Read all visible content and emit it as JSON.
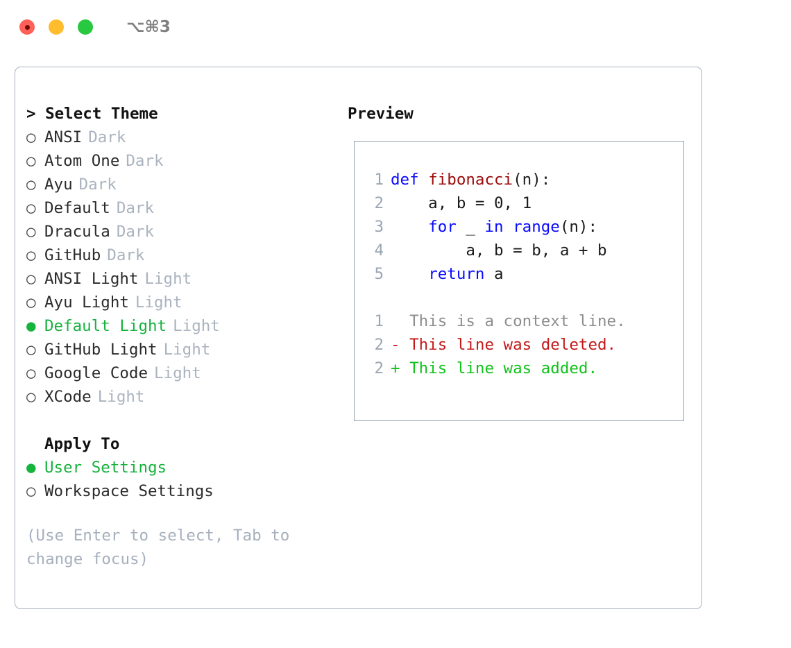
{
  "titlebar": {
    "lights": [
      {
        "name": "close",
        "color": "#ff6058"
      },
      {
        "name": "minimize",
        "color": "#ffbd2e"
      },
      {
        "name": "zoom",
        "color": "#28c840"
      }
    ],
    "shortcut": "⌥⌘3"
  },
  "theme_list": {
    "title": "> Select Theme",
    "items": [
      {
        "bullet": "○",
        "label": "ANSI",
        "tag": "Dark",
        "selected": false
      },
      {
        "bullet": "○",
        "label": "Atom One",
        "tag": "Dark",
        "selected": false
      },
      {
        "bullet": "○",
        "label": "Ayu",
        "tag": "Dark",
        "selected": false
      },
      {
        "bullet": "○",
        "label": "Default",
        "tag": "Dark",
        "selected": false
      },
      {
        "bullet": "○",
        "label": "Dracula",
        "tag": "Dark",
        "selected": false
      },
      {
        "bullet": "○",
        "label": "GitHub",
        "tag": "Dark",
        "selected": false
      },
      {
        "bullet": "○",
        "label": "ANSI Light",
        "tag": "Light",
        "selected": false
      },
      {
        "bullet": "○",
        "label": "Ayu Light",
        "tag": "Light",
        "selected": false
      },
      {
        "bullet": "●",
        "label": "Default Light",
        "tag": "Light",
        "selected": true
      },
      {
        "bullet": "○",
        "label": "GitHub Light",
        "tag": "Light",
        "selected": false
      },
      {
        "bullet": "○",
        "label": "Google Code",
        "tag": "Light",
        "selected": false
      },
      {
        "bullet": "○",
        "label": "XCode",
        "tag": "Light",
        "selected": false
      }
    ]
  },
  "apply_to": {
    "title": "Apply To",
    "items": [
      {
        "bullet": "●",
        "label": "User Settings",
        "selected": true
      },
      {
        "bullet": "○",
        "label": "Workspace Settings",
        "selected": false
      }
    ]
  },
  "hint": "(Use Enter to select, Tab to change focus)",
  "preview": {
    "title": "Preview",
    "code_lines": [
      {
        "no": "1",
        "tokens": [
          {
            "t": "def ",
            "c": "kw"
          },
          {
            "t": "fibonacci",
            "c": "fn"
          },
          {
            "t": "(n):",
            "c": "pl"
          }
        ]
      },
      {
        "no": "2",
        "tokens": [
          {
            "t": "    a, b = 0, 1",
            "c": "pl"
          }
        ]
      },
      {
        "no": "3",
        "tokens": [
          {
            "t": "    ",
            "c": "pl"
          },
          {
            "t": "for",
            "c": "kw"
          },
          {
            "t": " _ ",
            "c": "pl"
          },
          {
            "t": "in",
            "c": "kw"
          },
          {
            "t": " ",
            "c": "pl"
          },
          {
            "t": "range",
            "c": "kw"
          },
          {
            "t": "(n):",
            "c": "pl"
          }
        ]
      },
      {
        "no": "4",
        "tokens": [
          {
            "t": "        a, b = b, a + b",
            "c": "pl"
          }
        ]
      },
      {
        "no": "5",
        "tokens": [
          {
            "t": "    ",
            "c": "pl"
          },
          {
            "t": "return",
            "c": "kw"
          },
          {
            "t": " a",
            "c": "pl"
          }
        ]
      }
    ],
    "diff_lines": [
      {
        "no": "1",
        "marker": " ",
        "text": "  This is a context line.",
        "kind": "ctx"
      },
      {
        "no": "2",
        "marker": " ",
        "text": "- This line was deleted.",
        "kind": "del"
      },
      {
        "no": "2",
        "marker": " ",
        "text": "+ This line was added.",
        "kind": "add"
      }
    ]
  },
  "colors": {
    "accent_green": "#17b23e",
    "muted": "#aab3bf",
    "keyword_blue": "#0a0aff",
    "function_red": "#9c0a0a",
    "diff_add": "#11c21a",
    "diff_del": "#c21a1a",
    "border": "#a8b2bf"
  }
}
